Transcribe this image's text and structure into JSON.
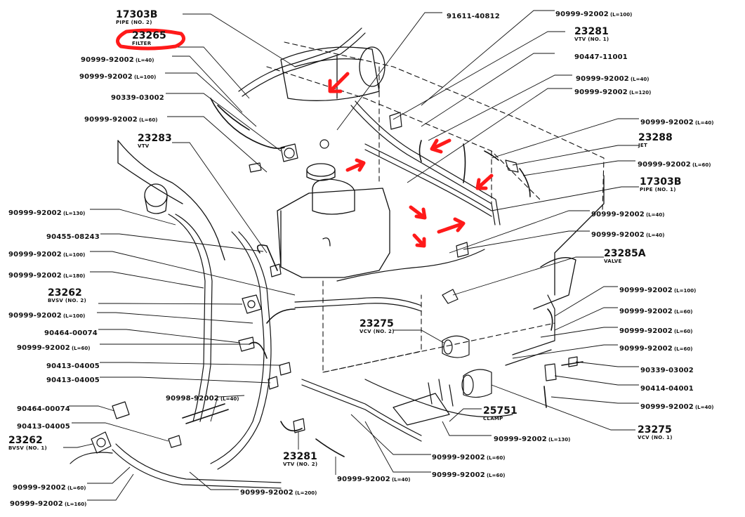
{
  "labels": [
    {
      "id": "l1",
      "text": "17303B",
      "note": "PIPE (NO. 2)"
    },
    {
      "id": "l2",
      "text": "23265",
      "note": "FILTER"
    },
    {
      "id": "l3",
      "text": "90999-92002",
      "note": "(L=40)"
    },
    {
      "id": "l4",
      "text": "90999-92002",
      "note": "(L=100)"
    },
    {
      "id": "l5",
      "text": "90339-03002",
      "note": ""
    },
    {
      "id": "l6",
      "text": "90999-92002",
      "note": "(L=60)"
    },
    {
      "id": "l7",
      "text": "23283",
      "note": "VTV"
    },
    {
      "id": "l8",
      "text": "90999-92002",
      "note": "(L=130)"
    },
    {
      "id": "l9",
      "text": "90455-08243",
      "note": ""
    },
    {
      "id": "l10",
      "text": "90999-92002",
      "note": "(L=100)"
    },
    {
      "id": "l11",
      "text": "90999-92002",
      "note": "(L=180)"
    },
    {
      "id": "l12",
      "text": "23262",
      "note": "BVSV (NO. 2)"
    },
    {
      "id": "l13",
      "text": "90999-92002",
      "note": "(L=100)"
    },
    {
      "id": "l14",
      "text": "90464-00074",
      "note": ""
    },
    {
      "id": "l15",
      "text": "90999-92002",
      "note": "(L=60)"
    },
    {
      "id": "l16",
      "text": "90413-04005",
      "note": ""
    },
    {
      "id": "l17",
      "text": "90413-04005",
      "note": ""
    },
    {
      "id": "l18",
      "text": "90464-00074",
      "note": ""
    },
    {
      "id": "l19",
      "text": "90413-04005",
      "note": ""
    },
    {
      "id": "l20",
      "text": "23262",
      "note": "BVSV (NO. 1)"
    },
    {
      "id": "l21",
      "text": "90999-92002",
      "note": "(L=60)"
    },
    {
      "id": "l22",
      "text": "90999-92002",
      "note": "(L=160)"
    },
    {
      "id": "l23",
      "text": "90999-92002",
      "note": "(L=200)"
    },
    {
      "id": "l24",
      "text": "90998-92002",
      "note": "(L=40)"
    },
    {
      "id": "l25",
      "text": "23281",
      "note": "VTV (NO. 2)"
    },
    {
      "id": "l26",
      "text": "90999-92002",
      "note": "(L=40)"
    },
    {
      "id": "l27",
      "text": "23275",
      "note": "VCV (NO. 2)"
    },
    {
      "id": "l28",
      "text": "25751",
      "note": "CLAMP"
    },
    {
      "id": "l29",
      "text": "90999-92002",
      "note": "(L=130)"
    },
    {
      "id": "l30",
      "text": "90999-92002",
      "note": "(L=60)"
    },
    {
      "id": "l31",
      "text": "90999-92002",
      "note": "(L=60)"
    },
    {
      "id": "l32",
      "text": "91611-40812",
      "note": ""
    },
    {
      "id": "l33",
      "text": "90999-92002",
      "note": "(L=100)"
    },
    {
      "id": "l34",
      "text": "23281",
      "note": "VTV (NO. 1)"
    },
    {
      "id": "l35",
      "text": "90447-11001",
      "note": ""
    },
    {
      "id": "l36",
      "text": "90999-92002",
      "note": "(L=40)"
    },
    {
      "id": "l37",
      "text": "90999-92002",
      "note": "(L=120)"
    },
    {
      "id": "l38",
      "text": "90999-92002",
      "note": "(L=40)"
    },
    {
      "id": "l39",
      "text": "23288",
      "note": "JET"
    },
    {
      "id": "l40",
      "text": "90999-92002",
      "note": "(L=60)"
    },
    {
      "id": "l41",
      "text": "17303B",
      "note": "PIPE (NO. 1)"
    },
    {
      "id": "l42",
      "text": "90999-92002",
      "note": "(L=40)"
    },
    {
      "id": "l43",
      "text": "90999-92002",
      "note": "(L=40)"
    },
    {
      "id": "l44",
      "text": "23285A",
      "note": "VALVE"
    },
    {
      "id": "l45",
      "text": "90999-92002",
      "note": "(L=100)"
    },
    {
      "id": "l46",
      "text": "90999-92002",
      "note": "(L=60)"
    },
    {
      "id": "l47",
      "text": "90999-92002",
      "note": "(L=60)"
    },
    {
      "id": "l48",
      "text": "90999-92002",
      "note": "(L=60)"
    },
    {
      "id": "l49",
      "text": "90339-03002",
      "note": ""
    },
    {
      "id": "l50",
      "text": "90414-04001",
      "note": ""
    },
    {
      "id": "l51",
      "text": "90999-92002",
      "note": "(L=40)"
    },
    {
      "id": "l52",
      "text": "23275",
      "note": "VCV (NO. 1)"
    }
  ],
  "colors": {
    "ink": "#111111",
    "highlight": "#ff1a1a",
    "paper": "#ffffff"
  }
}
